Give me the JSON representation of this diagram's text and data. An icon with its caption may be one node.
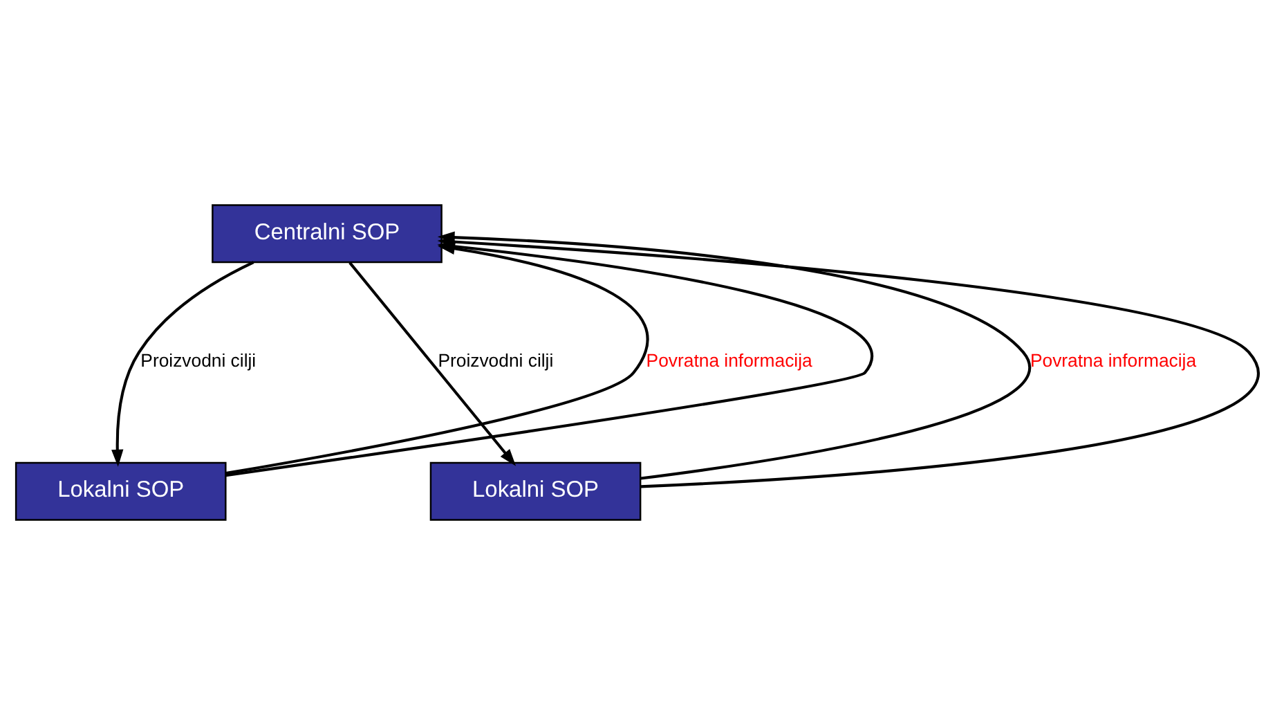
{
  "diagram": {
    "nodes": [
      {
        "text": [
          "Centralni SOP"
        ]
      },
      {
        "text": [
          "Lokalni SOP"
        ]
      },
      {
        "text": [
          "Lokalni SOP"
        ]
      }
    ],
    "edges": [
      {
        "from": 0,
        "to": 1,
        "arrow": "to",
        "label": "Proizvodni cilji"
      },
      {
        "from": 1,
        "to": 0,
        "arrow": "to",
        "label": "Povratna informacija",
        "color": "#000000"
      },
      {
        "from": 1,
        "to": 0,
        "arrow": "to"
      },
      {
        "from": 2,
        "to": 0,
        "arrow": "to",
        "label": "Povratna informacija"
      },
      {
        "from": 2,
        "to": 0,
        "arrow": "to"
      },
      {
        "from": 0,
        "to": 2,
        "arrow": "to",
        "label": "Proizvodni cilji"
      }
    ]
  }
}
